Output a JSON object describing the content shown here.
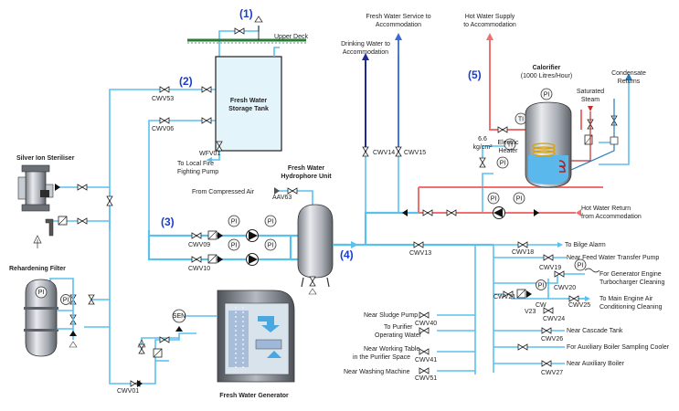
{
  "numbers": {
    "n1": "(1)",
    "n2": "(2)",
    "n3": "(3)",
    "n4": "(4)",
    "n5": "(5)"
  },
  "labels": {
    "upper_deck": "Upper Deck",
    "fw_tank_1": "Fresh Water",
    "fw_tank_2": "Storage Tank",
    "cwv53": "CWV53",
    "cwv06": "CWV06",
    "wfv01": "WFV01",
    "fire_1": "To Local Fire",
    "fire_2": "Fighting Pump",
    "silver": "Silver Ion Steriliser",
    "rehard": "Rehardening Filter",
    "compressed_air": "From Compressed Air",
    "aav63": "AAV63",
    "hydro_1": "Fresh Water",
    "hydro_2": "Hydrophore Unit",
    "cwv09": "CWV09",
    "cwv10": "CWV10",
    "fwg": "Fresh Water Generator",
    "sen": "SEN",
    "cwv01": "CWV01",
    "fws_1": "Fresh Water Service to",
    "fws_2": "Accommodation",
    "drink_1": "Drinking Water to",
    "drink_2": "Accommodation",
    "hws_1": "Hot Water Supply",
    "hws_2": "to Accommodation",
    "calorifier": "Calorifier",
    "cal_cap": "(1000 Litres/Hour)",
    "condensate_1": "Condensate",
    "condensate_2": "Returns",
    "sat_1": "Saturated",
    "sat_2": "Steam",
    "press_1": "6.6",
    "press_2": "kg/cm²",
    "heater_1": "Electric",
    "heater_2": "Heater",
    "cwv14": "CWV14",
    "cwv15": "CWV15",
    "hwr_1": "Hot Water Return",
    "hwr_2": "from Accommodation",
    "cwv13": "CWV13",
    "bilge": "To Bilge Alarm",
    "cwv18": "CWV18",
    "feed": "Near Feed Water Transfer Pump",
    "cwv19": "CWV19",
    "gen_1": "For Generator Engine",
    "gen_2": "Turbocharger Cleaning",
    "cwv20": "CWV20",
    "cwv21": "CWV21",
    "cw": "CW",
    "v23": "V23",
    "cwv24": "CWV24",
    "cwv25": "CWV25",
    "air_1": "To Main Engine Air",
    "air_2": "Conditioning Cleaning",
    "cascade": "Near Cascade Tank",
    "cwv26": "CWV26",
    "boilsamp": "For Auxiliary Boiler Sampling Cooler",
    "auxboil": "Near Auxiliary Boiler",
    "cwv27": "CWV27",
    "sludge": "Near Sludge Pump",
    "cwv40": "CWV40",
    "purif_1": "To Purifier",
    "purif_2": "Operating Water",
    "work_1": "Near Working Table",
    "work_2": "in the Purifier Space",
    "cwv41": "CWV41",
    "wash": "Near Washing Machine",
    "cwv51": "CWV51",
    "pi": "PI",
    "ti": "TI"
  },
  "colors": {
    "cold": "#5bc0f0",
    "drinking": "#1a2a9a",
    "service": "#3a6ad8",
    "hot": "#f07070",
    "tank": "#e4f4fb"
  }
}
